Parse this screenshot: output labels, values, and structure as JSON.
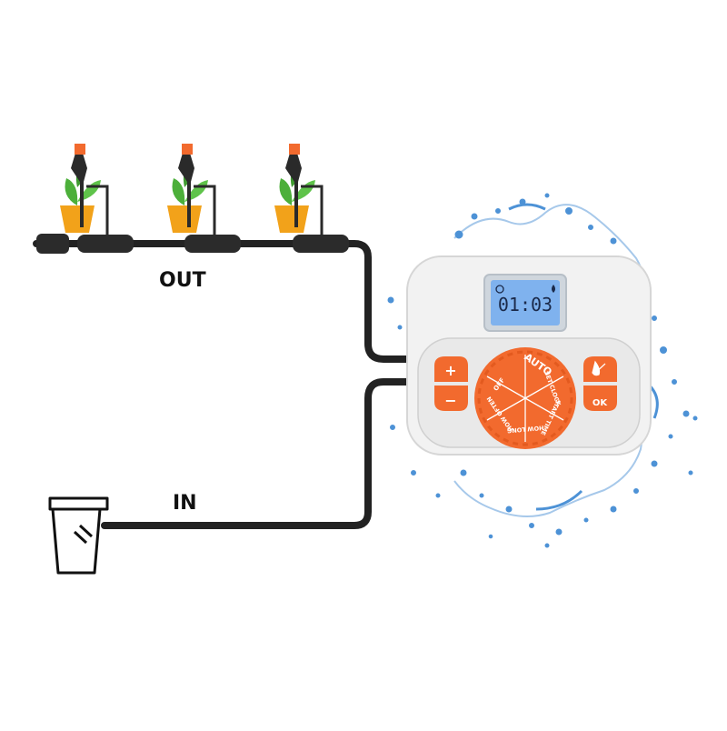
{
  "labels": {
    "out": "OUT",
    "in": "IN"
  },
  "controller": {
    "display_time": "01:03",
    "buttons": {
      "plus": "+",
      "minus": "−",
      "ok": "OK"
    },
    "dial": {
      "auto": "AUTO",
      "set_clock": "SET CLOCK",
      "start_time": "START TIME",
      "how_long": "HOW LONG",
      "how_often": "HOW OFTEN",
      "off": "OFF"
    }
  },
  "colors": {
    "pipe": "#222222",
    "controller_body": "#f2f2f2",
    "dial": "#f26a2e",
    "lcd": "#7fb2ee",
    "water": "#2f7fd0",
    "plant": "#4caf3a",
    "pot": "#f2a21a"
  },
  "icons": {
    "clock": "clock-icon",
    "drop": "water-drop-icon",
    "valve": "faucet-icon",
    "cancel": "no-water-icon"
  }
}
